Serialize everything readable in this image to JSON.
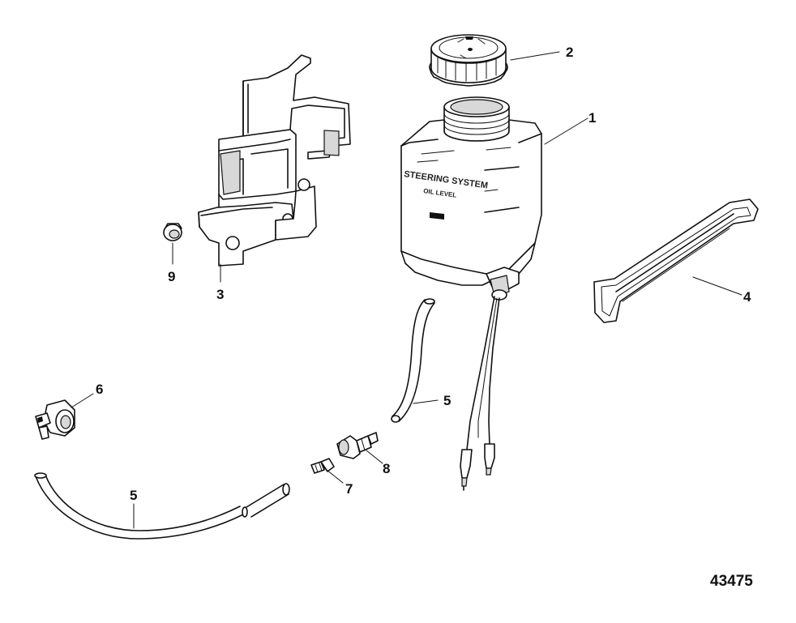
{
  "figure_number": "43475",
  "tank_label": {
    "line1": "STEERING SYSTEM",
    "line2": "OIL LEVEL"
  },
  "callouts": {
    "c1": "1",
    "c2": "2",
    "c3": "3",
    "c4": "4",
    "c5a": "5",
    "c5b": "5",
    "c6": "6",
    "c7": "7",
    "c8": "8",
    "c9": "9"
  }
}
